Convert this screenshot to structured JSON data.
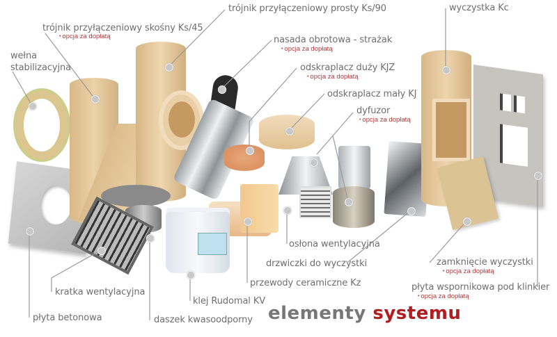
{
  "title": {
    "part1": "elementy",
    "part2": "systemu"
  },
  "colors": {
    "label": "#6e6e6e",
    "option": "#b23a3a",
    "title_gray": "#777777",
    "title_red": "#b01e22",
    "ceramic": "#e8c89a",
    "steel": "#bfc3c6",
    "concrete": "#c9c9c9"
  },
  "labels": [
    {
      "id": "trojnik-prosty",
      "text": "trójnik przyłączeniowy prosty Ks/90",
      "option": null
    },
    {
      "id": "trojnik-skosny",
      "text": "trójnik przyłączeniowy skośny Ks/45",
      "option": "opcja za dopłatą"
    },
    {
      "id": "welna",
      "text": "wełna stabilizacyjna",
      "line1": "wełna",
      "line2": "stabilizacyjna",
      "option": null
    },
    {
      "id": "nasada",
      "text": "nasada obrotowa - strażak",
      "option": "opcja za dopłatą"
    },
    {
      "id": "odskraplacz-duzy",
      "text": "odskraplacz duży KJZ",
      "option": "opcja za dopłatą"
    },
    {
      "id": "odskraplacz-maly",
      "text": "odskraplacz mały KJ",
      "option": null
    },
    {
      "id": "dyfuzor",
      "text": "dyfuzor",
      "option": "opcja za dopłatą"
    },
    {
      "id": "wyczystka",
      "text": "wyczystka Kc",
      "option": null
    },
    {
      "id": "oslona",
      "text": "osłona wentylacyjna",
      "option": null
    },
    {
      "id": "drzwiczki",
      "text": "drzwiczki do wyczystki",
      "option": null
    },
    {
      "id": "przewody",
      "text": "przewody ceramiczne Kz",
      "option": null
    },
    {
      "id": "klej",
      "text": "klej Rudomal KV",
      "option": null
    },
    {
      "id": "daszek",
      "text": "daszek kwasoodporny",
      "option": null
    },
    {
      "id": "kratka",
      "text": "kratka wentylacyjna",
      "option": null
    },
    {
      "id": "plyta-betonowa",
      "text": "płyta betonowa",
      "option": null
    },
    {
      "id": "zamkniecie",
      "text": "zamknięcie wyczystki",
      "option": "opcja za dopłatą"
    },
    {
      "id": "plyta-wspornikowa",
      "text": "płyta wspornikowa pod klinkier",
      "option": "opcja za dopłatą"
    }
  ]
}
